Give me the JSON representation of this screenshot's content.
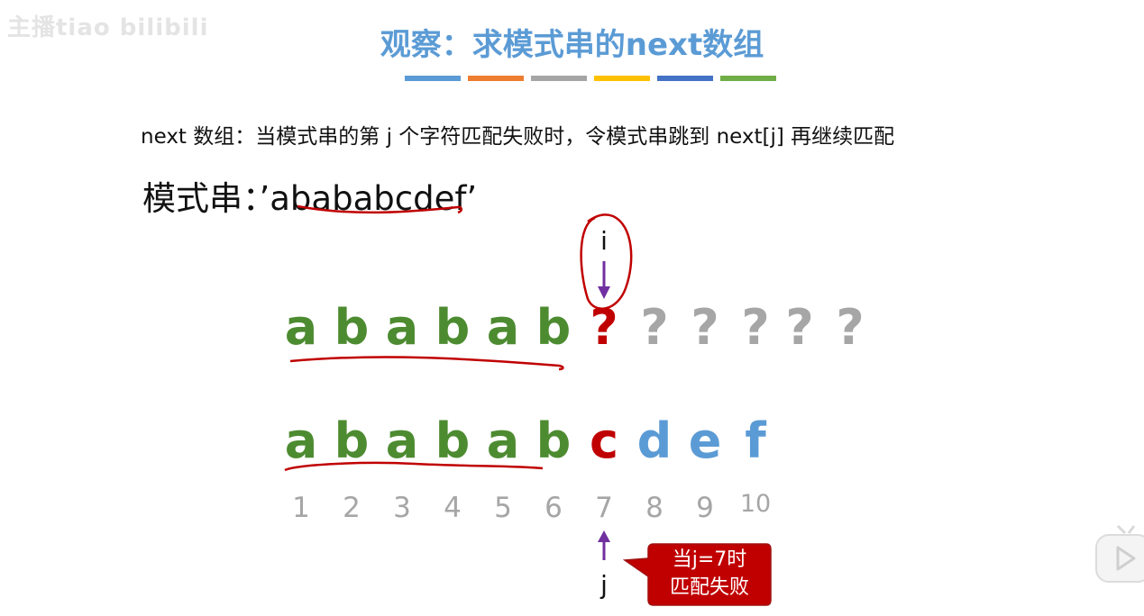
{
  "watermark": "主播tiao bilibili",
  "title": "观察：求模式串的next数组",
  "colors": {
    "title": "#5b9bd5",
    "green": "#4d8b31",
    "red": "#c00000",
    "gray": "#a6a6a6",
    "blue": "#5b9bd5",
    "purple": "#7030a0",
    "callout_bg": "#c00000",
    "bar": [
      "#5b9bd5",
      "#ed7d31",
      "#a5a5a5",
      "#ffc000",
      "#4472c4",
      "#70ad47"
    ]
  },
  "definition": "next 数组：当模式串的第 j 个字符匹配失败时，令模式串跳到 next[j] 再继续匹配",
  "pattern": {
    "label": "模式串：",
    "value": "’ababab cdef’"
  },
  "main_string": {
    "chars": [
      "a",
      "b",
      "a",
      "b",
      "a",
      "b",
      "?",
      "?",
      "?",
      "?",
      "?",
      "?"
    ],
    "colors": [
      "green",
      "green",
      "green",
      "green",
      "green",
      "green",
      "red",
      "gray",
      "gray",
      "gray",
      "gray",
      "gray"
    ]
  },
  "pattern_string": {
    "chars": [
      "a",
      "b",
      "a",
      "b",
      "a",
      "b",
      "c",
      "d",
      "e",
      "f"
    ],
    "colors": [
      "green",
      "green",
      "green",
      "green",
      "green",
      "green",
      "red",
      "blue",
      "blue",
      "blue"
    ]
  },
  "indices": [
    "1",
    "2",
    "3",
    "4",
    "5",
    "6",
    "7",
    "8",
    "9",
    "10"
  ],
  "pointer_i": "i",
  "pointer_j": "j",
  "callout": {
    "line1": "当j=7时",
    "line2": "匹配失败"
  },
  "player": {
    "icon": "play-icon"
  }
}
